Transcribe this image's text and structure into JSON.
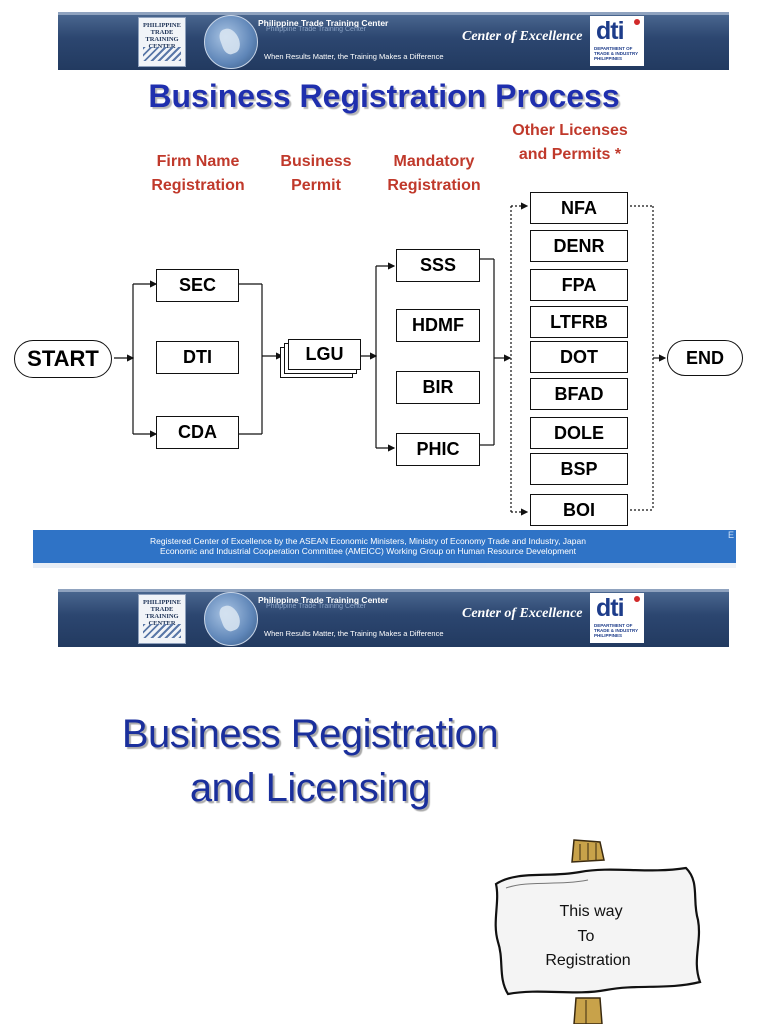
{
  "banner": {
    "org_name": "Philippine Trade Training Center",
    "org_name_ghost": "Philippine Trade Training Center",
    "tagline": "When Results Matter, the Training Makes a Difference",
    "center_of_excellence": "Center of Excellence",
    "ptc_logo_text": "PHILIPPINE TRADE TRAINING CENTER",
    "dti_logo_text": "dti",
    "dti_logo_sub": "DEPARTMENT OF TRADE & INDUSTRY PHILIPPINES",
    "colors": {
      "dark": "#223a60",
      "light": "#4d6a92"
    }
  },
  "slide1": {
    "title": "Business Registration Process",
    "columns": {
      "firm_name": [
        "Firm Name",
        "Registration"
      ],
      "business_permit": [
        "Business",
        "Permit"
      ],
      "mandatory": [
        "Mandatory",
        "Registration"
      ],
      "other": [
        "Other Licenses",
        "and Permits *"
      ]
    },
    "start": "START",
    "end": "END",
    "firm_agencies": [
      "SEC",
      "DTI",
      "CDA"
    ],
    "permit_agency": "LGU",
    "mandatory_agencies": [
      "SSS",
      "HDMF",
      "BIR",
      "PHIC"
    ],
    "other_agencies": [
      "NFA",
      "DENR",
      "FPA",
      "LTFRB",
      "DOT",
      "BFAD",
      "DOLE",
      "BSP",
      "BOI"
    ],
    "footer_line1": "Registered Center of Excellence by the ASEAN Economic Ministers, Ministry of Economy Trade and Industry, Japan",
    "footer_line2": "Economic and Industrial Cooperation Committee (AMEICC) Working Group on Human Resource Development",
    "footer_ghost": "E",
    "colors": {
      "title": "#1f2fae",
      "headings": "#c0392b",
      "footer": "#2f73c6"
    }
  },
  "slide2": {
    "title_line1": "Business Registration",
    "title_line2": "and Licensing",
    "sign_text": [
      "This way",
      "To",
      "Registration"
    ],
    "colors": {
      "title": "#1a2f9c"
    }
  }
}
